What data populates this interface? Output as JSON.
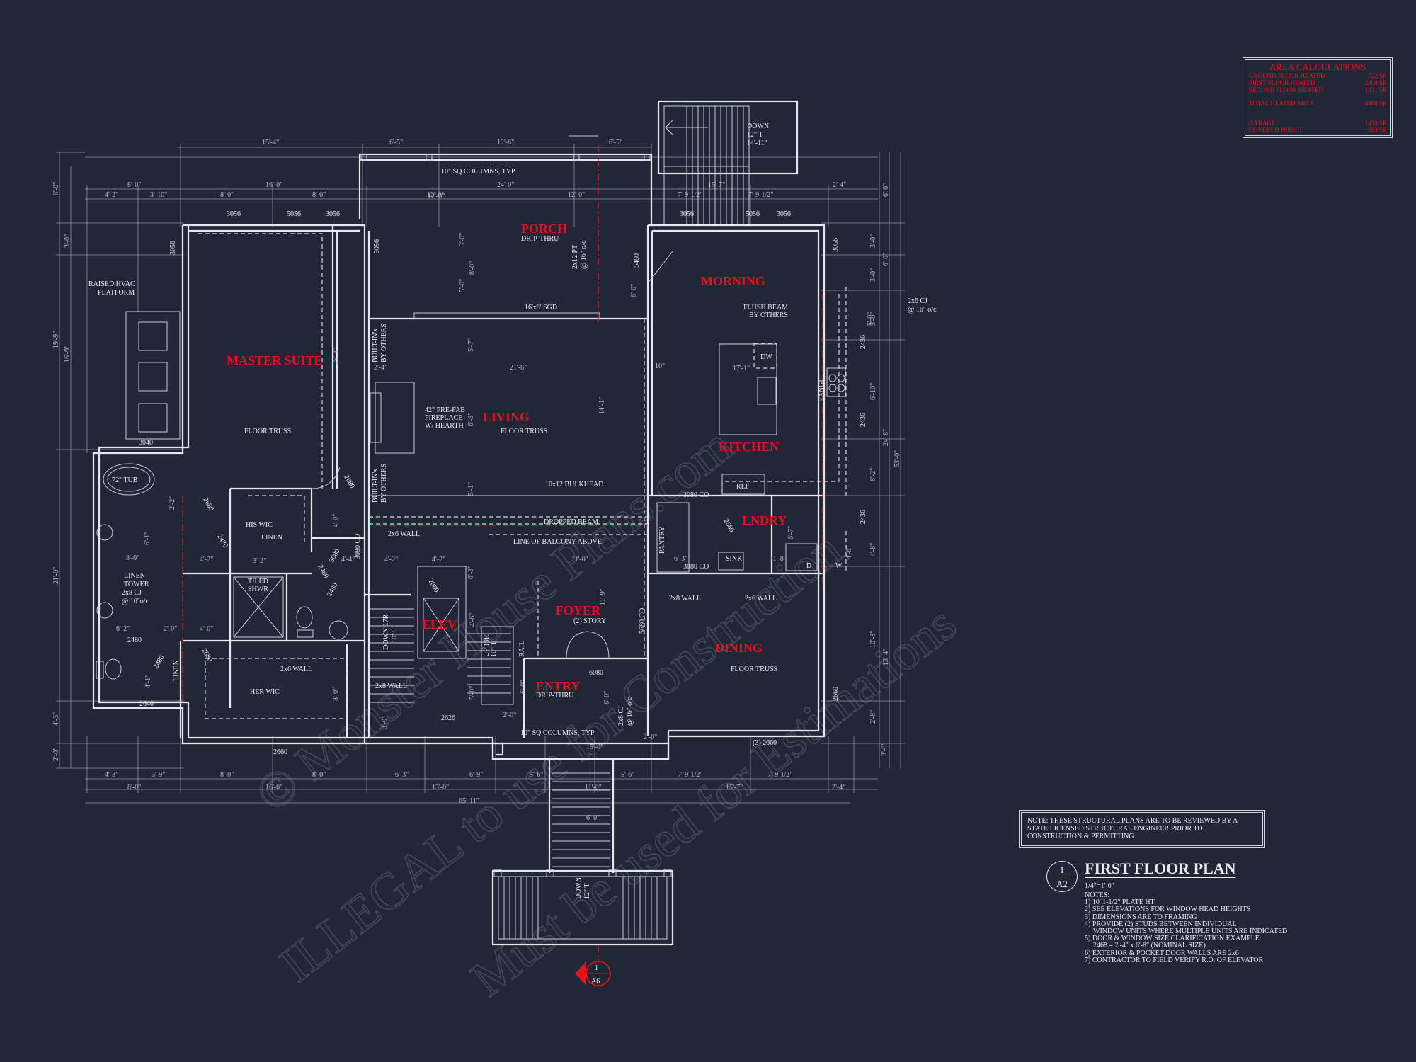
{
  "watermark": {
    "line1": "© Monster House Plans.com",
    "line2": "ILLEGAL to use for Construction",
    "line3": "Must be used for Estimations"
  },
  "area_calculations": {
    "title": "AREA CALCULATIONS",
    "rows": [
      {
        "label": "GROUND FLOOR HEATED",
        "value": "722 SF"
      },
      {
        "label": "FIRST FLOOR HEATED",
        "value": "2404 SF"
      },
      {
        "label": "SECOND FLOOR HEATED",
        "value": "1831 SF"
      },
      {
        "label": "TOTAL HEATED AREA",
        "value": "4480 SF"
      },
      {
        "label": "GARAGE",
        "value": "1439 SF"
      },
      {
        "label": "COVERED PORCH",
        "value": "603 SF"
      }
    ]
  },
  "structural_note": "NOTE: THESE STRUCTURAL PLANS ARE TO BE REVIEWED BY A STATE LICENSED STRUCTURAL ENGINEER PRIOR TO CONSTRUCTION & PERMITTING",
  "title_block": {
    "number": "1",
    "sheet": "A2",
    "title": "FIRST FLOOR PLAN",
    "scale": "1/4\"=1'-0\"",
    "notes_heading": "NOTES:",
    "notes": [
      "1) 10' 1-1/2\" PLATE HT",
      "2) SEE ELEVATIONS FOR WINDOW HEAD HEIGHTS",
      "3) DIMENSIONS ARE TO FRAMING",
      "4) PROVIDE (2) STUDS BETWEEN INDIVIDUAL",
      "WINDOW UNITS WHERE MULTIPLE UNITS ARE INDICATED",
      "5) DOOR & WINDOW SIZE CLARIFICATION EXAMPLE:",
      "2468 = 2'-4\" x 6'-8\" (NOMINAL SIZE)",
      "6) EXTERIOR & POCKET DOOR WALLS ARE 2x6",
      "7) CONTRACTOR TO FIELD VERIFY R.O. OF ELEVATOR"
    ]
  },
  "section_marker": {
    "number": "1",
    "sheet": "A6"
  },
  "rooms": {
    "porch": "PORCH",
    "master": "MASTER SUITE",
    "living": "LIVING",
    "morning": "MORNING",
    "kitchen": "KITCHEN",
    "lndry": "LNDRY",
    "foyer": "FOYER",
    "elev": "ELEV",
    "dining": "DINING",
    "entry": "ENTRY"
  },
  "labels": {
    "drip_thru": "DRIP-THRU",
    "drip_thru2": "DRIP-THRU",
    "two_story": "(2) STORY",
    "columns_top": "10\" SQ COLUMNS, TYP",
    "columns_bottom": "10\" SQ COLUMNS, TYP",
    "down_top": "DOWN",
    "down_top_2": "12\" T",
    "down_top_3": "14'-11\"",
    "down_bottom": "DOWN",
    "down_bottom_2": "12\" T",
    "down_stair": "DOWN 17R",
    "down_stair_2": "10\" T",
    "up_stair": "UP 19R",
    "up_stair_2": "10\" T",
    "rail": "RAIL",
    "raised_hvac": "RAISED HVAC",
    "raised_hvac_2": "PLATFORM",
    "floor_truss_1": "FLOOR TRUSS",
    "floor_truss_2": "FLOOR TRUSS",
    "floor_truss_3": "FLOOR TRUSS",
    "fireplace": "42\" PRE-FAB",
    "fireplace_2": "FIREPLACE",
    "fireplace_3": "W/ HEARTH",
    "builtins_1": "BUILT-IN's",
    "builtins_1b": "BY OTHERS",
    "builtins_2": "BUILT-IN's",
    "builtins_2b": "BY OTHERS",
    "sgd": "16'x8' SGD",
    "pt": "2x12 PT",
    "pt_2": "@ 16\" o/c",
    "flush_beam": "FLUSH BEAM",
    "flush_beam_2": "BY OTHERS",
    "cj_right": "2x6 CJ",
    "cj_right_2": "@ 16\" o/c",
    "dw": "DW",
    "range": "RANGE",
    "ref": "REF",
    "bulkhead": "10x12 BULKHEAD",
    "dropped_beam": "DROPPED BEAM",
    "balcony": "LINE OF BALCONY ABOVE",
    "wall_2x6_a": "2x6 WALL",
    "wall_2x6_b": "2x6 WALL",
    "wall_2x6_c": "2x6 WALL",
    "wall_2x8_a": "2x8 WALL",
    "wall_2x8_b": "2x8 WALL",
    "his_wic": "HIS WIC",
    "her_wic": "HER WIC",
    "linen_1": "LINEN",
    "linen_2": "LINEN",
    "linen_tower": "LINEN",
    "linen_tower_2": "TOWER",
    "cj_left": "2x8 CJ",
    "cj_left_2": "@ 16\"o/c",
    "tub": "72\" TUB",
    "shwr": "TILED",
    "shwr_2": "SHWR",
    "pantry": "PANTRY",
    "sink": "SINK",
    "cj_entry": "2x8 CJ",
    "cj_entry_2": "@ 16\" o/c",
    "co_3080_a": "3080 CO",
    "co_3080_b": "3080 CO",
    "co_3080_c": "3080 CO",
    "co_5680": "5680 CO",
    "d": "D",
    "w": "W"
  },
  "openings": {
    "w1": "3056",
    "w2": "5056",
    "w3": "3056",
    "w4": "3056",
    "w5": "5056",
    "w6": "3056",
    "w7": "3056",
    "w8": "3056",
    "w9": "3056",
    "w10": "5480",
    "w11": "3040",
    "w12": "2480",
    "w13": "2640",
    "w14": "2626",
    "w15": "2660",
    "w16": "2660",
    "w17": "(3) 2660",
    "w18": "6080",
    "w19": "2436",
    "w20": "2436",
    "w21": "2436",
    "w22": "2680",
    "w23": "2680",
    "w24": "2480",
    "w25": "2480",
    "w26": "2680",
    "w27": "2080",
    "w28": "2480",
    "w29": "2480",
    "w30": "2680",
    "w31": "3080"
  },
  "dimensions": {
    "top1": [
      "15'-4\"",
      "6'-5\"",
      "12'-6\"",
      "6'-5\""
    ],
    "top2": [
      "8'-0\"",
      "16'-0\"",
      "24'-0\"",
      "2'-4\""
    ],
    "top3": [
      "4'-2\"",
      "3'-10\"",
      "8'-0\"",
      "8'-0\"",
      "12'-0\"",
      "12'-0\"",
      "7'-9-1/2\"",
      "15'-7\"",
      "7'-9-1/2\""
    ],
    "bottom1": [
      "4'-3\"",
      "3'-9\"",
      "8'-0\"",
      "8'-0\"",
      "6'-3\"",
      "6'-9\"",
      "5'-6\"",
      "5'-6\"",
      "7'-9-1/2\"",
      "7'-9-1/2\"",
      "2'-4\""
    ],
    "bottom2": [
      "8'-0\"",
      "16'-0\"",
      "13'-0\"",
      "11'-0\"",
      "15'-7\""
    ],
    "bottom3": "65'-11\"",
    "left1": [
      "6'-0\"",
      "3'-0\"",
      "19'-9\"",
      "21'-0\"",
      "4'-3\"",
      "2'-0\""
    ],
    "left2": [
      "16'-9\""
    ],
    "right1": [
      "6'-0\"",
      "3'-0\"",
      "3'-0\"",
      "5'-0\"",
      "6'-10\"",
      "8'-2\"",
      "4'-8\"",
      "10'-8\"",
      "2'-8\"",
      "3'-0\""
    ],
    "right2": [
      "6'-0\"",
      "24'-8\"",
      "13'-4\""
    ],
    "right3": "53'-0\"",
    "interior": {
      "a": "21'-8\"",
      "b": "12'-0\"",
      "c": "3'-0\"",
      "d": "8'-0\"",
      "e": "5'-0\"",
      "f": "5'-7\"",
      "g": "14'-1\"",
      "h": "6'-9\"",
      "i": "5'-1\"",
      "j": "25'-3\"",
      "k": "6'-1\"",
      "l": "6'-2\"",
      "m": "8'-0\"",
      "n": "4'-2\"",
      "o": "2'-0\"",
      "p": "4'-0\"",
      "q": "4'-4\"",
      "r": "3'-2\"",
      "s": "4'-2\"",
      "t": "4'-2\"",
      "u": "11'-0\"",
      "v": "11'-9\"",
      "w": "6'-3\"",
      "x": "11'-8\"",
      "y": "15'-0\"",
      "z": "6'-0\"",
      "aa": "2'-0\"",
      "ab": "17'-1\"",
      "ac": "10\"",
      "ad": "5'-0\"",
      "ae": "4'-0\"",
      "af": "6'-0\"",
      "ag": "4'-6\"",
      "ah": "6'-3\"",
      "ai": "3'-0\"",
      "aj": "5'-0\"",
      "ak": "8'-0\"",
      "al": "4'-6\"",
      "am": "6'-0\"",
      "an": "2'-4\"",
      "ao": "6'-0\"",
      "ap": "2'-2\"",
      "aq": "2'-0\"",
      "ar": "4'-1\"",
      "as": "6'-7\""
    }
  }
}
